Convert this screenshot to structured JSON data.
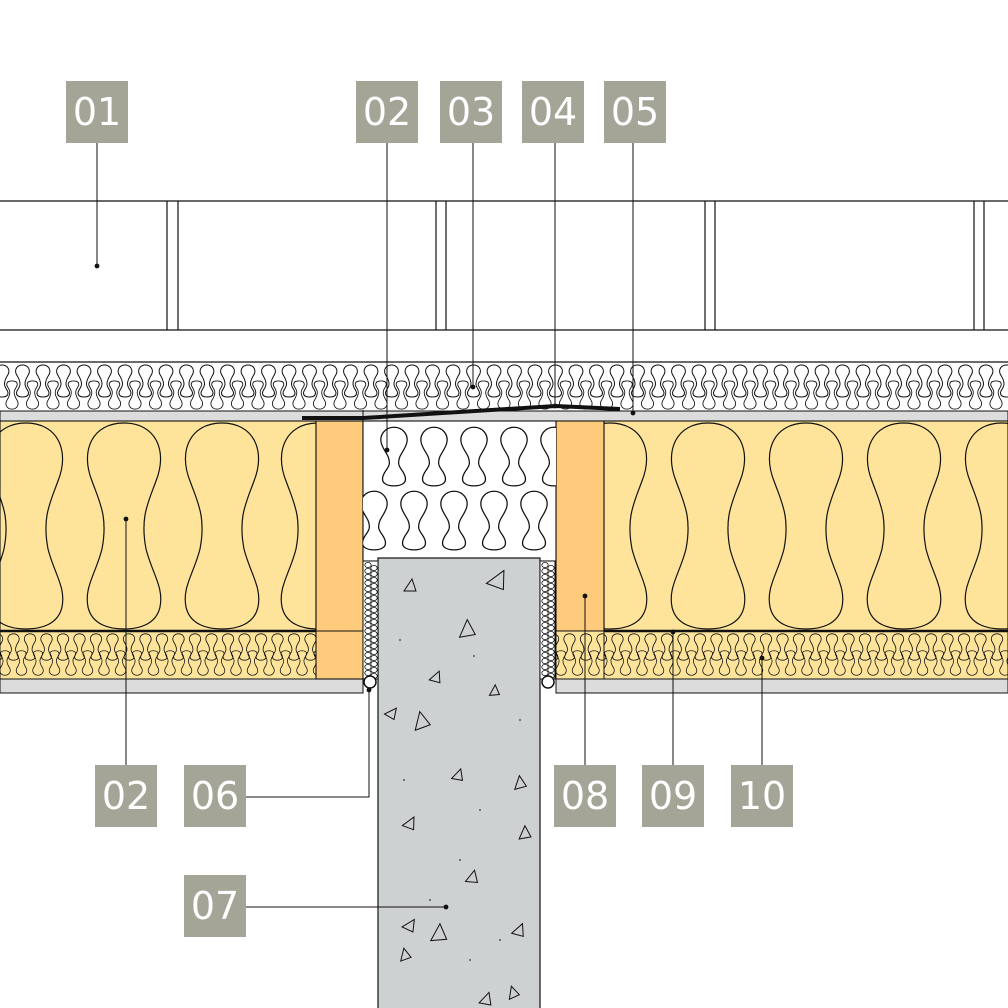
{
  "callouts": {
    "c01": "01",
    "c02_top": "02",
    "c03": "03",
    "c04": "04",
    "c05": "05",
    "c02_bottom": "02",
    "c06": "06",
    "c07": "07",
    "c08": "08",
    "c09": "09",
    "c10": "10"
  },
  "colors": {
    "label_box": "#a4a597",
    "label_text": "#ffffff",
    "rigid_insulation": "#fde49a",
    "timber_batten": "#fdcb7b",
    "concrete": "#cdd1d1",
    "membrane_gray": "#dcdcdc",
    "line": "#111111"
  }
}
